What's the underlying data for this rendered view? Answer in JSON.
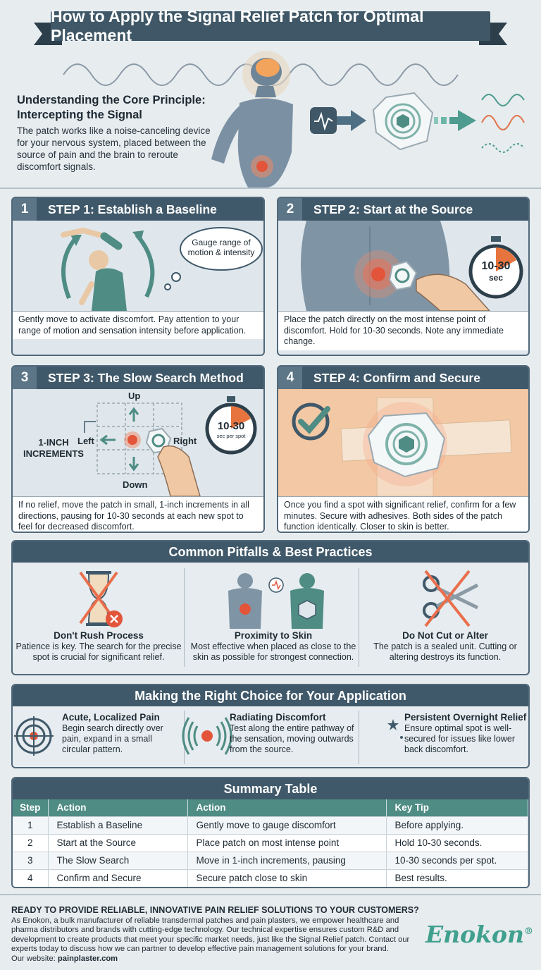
{
  "title": "How to Apply the Signal Relief Patch for Optimal Placement",
  "intro": {
    "heading": "Understanding the Core Principle: Intercepting the Signal",
    "body": "The patch works like a noise-canceling device for your nervous system, placed between the source of pain and the brain to reroute discomfort signals."
  },
  "steps": [
    {
      "number": "1",
      "title": "STEP 1: Establish a Baseline",
      "bubble": "Gauge range of motion & intensity",
      "text": "Gently move to activate discomfort. Pay attention to your range of motion and sensation intensity before application."
    },
    {
      "number": "2",
      "title": "STEP 2: Start at the Source",
      "timer": "10-30",
      "timer_unit": "sec",
      "text": "Place the patch directly on the most intense point of discomfort. Hold for 10-30 seconds. Note any immediate change."
    },
    {
      "number": "3",
      "title": "STEP 3: The Slow Search Method",
      "up": "Up",
      "down": "Down",
      "left": "Left",
      "right": "Right",
      "increments": "1-INCH INCREMENTS",
      "timer": "10-30",
      "timer_unit": "sec per spot",
      "text": "If no relief, move the patch in small, 1-inch increments in all directions, pausing for 10-30 seconds at each new spot to feel for decreased discomfort."
    },
    {
      "number": "4",
      "title": "STEP 4: Confirm and Secure",
      "text": "Once you find a spot with significant relief, confirm for a few minutes. Secure with adhesives. Both sides of the patch function identically. Closer to skin is better."
    }
  ],
  "pitfalls": {
    "heading": "Common Pitfalls & Best Practices",
    "items": [
      {
        "title": "Don't Rush Process",
        "body": "Patience is key. The search for the precise spot is crucial for significant relief.",
        "icon": "hourglass-crossed-icon"
      },
      {
        "title": "Proximity to Skin",
        "body": "Most effective when placed as close to the skin as possible for strongest connection.",
        "icon": "body-patch-icon"
      },
      {
        "title": "Do Not Cut or Alter",
        "body": "The patch is a sealed unit. Cutting or altering destroys its function.",
        "icon": "scissors-crossed-icon"
      }
    ]
  },
  "choice": {
    "heading": "Making the Right Choice for Your Application",
    "items": [
      {
        "title": "Acute, Localized Pain",
        "body": "Begin search directly over pain, expand in a small circular pattern.",
        "icon": "target-icon"
      },
      {
        "title": "Radiating Discomfort",
        "body": "Test along the entire pathway of the sensation, moving outwards from the source.",
        "icon": "radiating-icon"
      },
      {
        "title": "Persistent Overnight Relief",
        "body": "Ensure optimal spot is well-secured for issues like lower back discomfort.",
        "icon": "moon-icon"
      }
    ]
  },
  "summary": {
    "heading": "Summary Table",
    "columns": [
      "Step",
      "Action",
      "Action",
      "Key Tip"
    ],
    "rows": [
      [
        "1",
        "Establish a Baseline",
        "Gently move to gauge discomfort",
        "Before applying."
      ],
      [
        "2",
        "Start at the Source",
        "Place patch on most intense point",
        "Hold 10-30 seconds."
      ],
      [
        "3",
        "The Slow Search",
        "Move in 1-inch increments, pausing",
        "10-30 seconds per spot."
      ],
      [
        "4",
        "Confirm and Secure",
        "Secure patch close to skin",
        "Best results."
      ]
    ]
  },
  "footer": {
    "cta": "READY TO PROVIDE RELIABLE, INNOVATIVE PAIN RELIEF SOLUTIONS TO YOUR CUSTOMERS?",
    "body": "As Enokon, a bulk manufacturer of reliable transdermal patches and pain plasters, we empower healthcare and pharma distributors and brands with cutting-edge technology. Our technical expertise ensures custom R&D and development to create products that meet your specific market needs, just like the Signal Relief patch. Contact our experts today to discuss how we can partner to develop effective pain management solutions for your brand.",
    "website_label": "Our website:",
    "website": "painplaster.com",
    "brand": "Enokon",
    "brand_mark": "®"
  },
  "colors": {
    "header": "#40596a",
    "teal": "#4e8c84",
    "accent_red": "#e2553a",
    "brand": "#3fa08d"
  }
}
